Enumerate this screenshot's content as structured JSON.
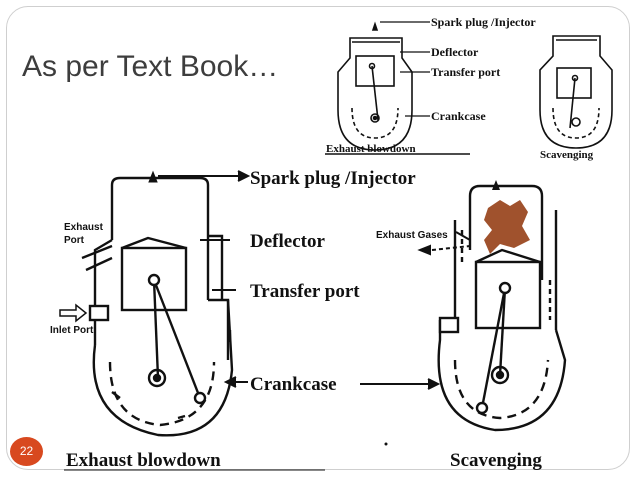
{
  "slide": {
    "title": "As per Text Book…",
    "page_number": "22"
  },
  "small_diagram": {
    "labels": {
      "spark_plug": "Spark plug /Injector",
      "deflector": "Deflector",
      "transfer_port": "Transfer port",
      "crankcase": "Crankcase",
      "exhaust_blowdown": "Exhaust blowdown",
      "scavenging": "Scavenging"
    }
  },
  "large_diagram": {
    "labels": {
      "spark_plug": "Spark plug /Injector",
      "deflector": "Deflector",
      "transfer_port": "Transfer port",
      "crankcase": "Crankcase",
      "exhaust_port_line1": "Exhaust",
      "exhaust_port_line2": "Port",
      "inlet_port": "Inlet Port",
      "exhaust_gases": "Exhaust Gases",
      "exhaust_blowdown": "Exhaust blowdown",
      "scavenging": "Scavenging"
    }
  },
  "colors": {
    "accent_badge": "#d8491f",
    "title_text": "#3d3d3d",
    "exhaust_smoke": "#a0522d"
  }
}
